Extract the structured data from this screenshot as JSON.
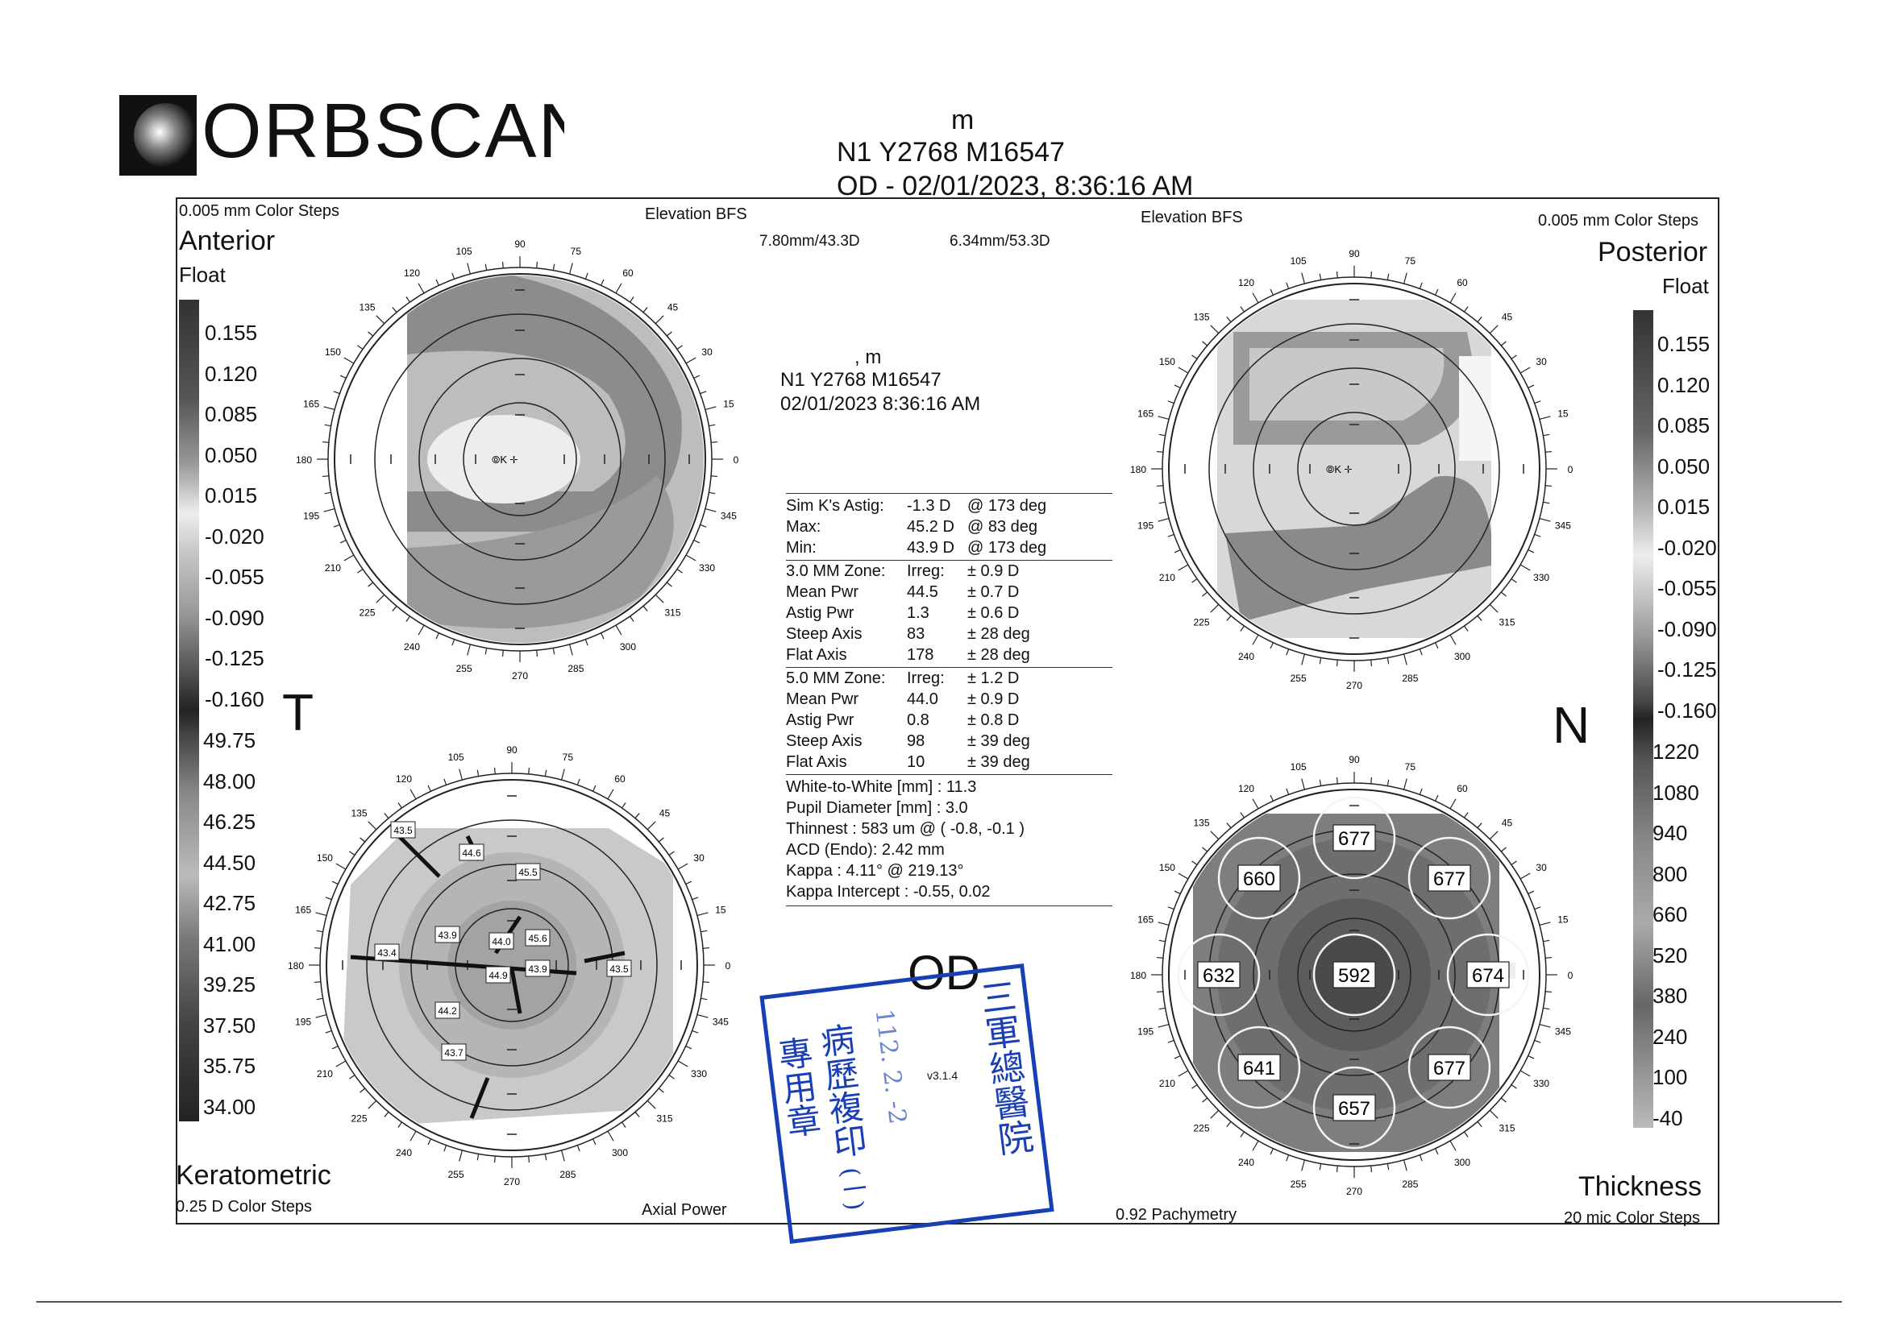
{
  "header": {
    "brand": "ORBSCAN",
    "line1": "m",
    "line2": "N1 Y2768 M16547",
    "line3": "OD - 02/01/2023, 8:36:16 AM"
  },
  "anterior": {
    "steps": "0.005 mm Color Steps",
    "title": "Anterior",
    "subtitle": "Float",
    "map_label": "Elevation BFS",
    "bfs1": "7.80mm/43.3D",
    "bfs2": "6.34mm/53.3D"
  },
  "posterior": {
    "steps": "0.005 mm Color Steps",
    "title": "Posterior",
    "subtitle": "Float",
    "map_label": "Elevation BFS"
  },
  "keratometric": {
    "title": "Keratometric",
    "steps": "0.25 D Color Steps",
    "map_label": "Axial Power",
    "values": [
      "43.5",
      "44.6",
      "45.5",
      "43.9",
      "44.0",
      "45.6",
      "43.4",
      "43.5",
      "44.9",
      "43.9",
      "44.2",
      "43.7"
    ]
  },
  "thickness": {
    "title": "Thickness",
    "steps": "20 mic Color Steps",
    "map_label": "0.92 Pachymetry",
    "values": [
      "677",
      "660",
      "677",
      "632",
      "592",
      "674",
      "641",
      "677",
      "657"
    ]
  },
  "orientation": {
    "temporal": "T",
    "nasal": "N",
    "eye": "OD"
  },
  "float_scale": [
    "0.155",
    "0.120",
    "0.085",
    "0.050",
    "0.015",
    "-0.020",
    "-0.055",
    "-0.090",
    "-0.125",
    "-0.160"
  ],
  "power_scale": [
    "49.75",
    "48.00",
    "46.25",
    "44.50",
    "42.75",
    "41.00",
    "39.25",
    "37.50",
    "35.75",
    "34.00"
  ],
  "thickness_scale": [
    "1220",
    "1080",
    "940",
    "800",
    "660",
    "520",
    "380",
    "240",
    "100",
    "-40"
  ],
  "patient_block": {
    "line1": ", m",
    "line2": "N1 Y2768 M16547",
    "line3": "02/01/2023 8:36:16 AM"
  },
  "sim_k": [
    [
      "Sim K's Astig:",
      "-1.3 D",
      "@ 173 deg"
    ],
    [
      "Max:",
      "45.2 D",
      "@ 83 deg"
    ],
    [
      "Min:",
      "43.9 D",
      "@ 173 deg"
    ]
  ],
  "zone3": [
    [
      "3.0 MM Zone:",
      "Irreg:",
      "± 0.9 D"
    ],
    [
      "Mean Pwr",
      "44.5",
      "± 0.7 D"
    ],
    [
      "Astig Pwr",
      "1.3",
      "± 0.6 D"
    ],
    [
      "Steep Axis",
      "83",
      "± 28 deg"
    ],
    [
      "Flat Axis",
      "178",
      "± 28 deg"
    ]
  ],
  "zone5": [
    [
      "5.0 MM Zone:",
      "Irreg:",
      "± 1.2 D"
    ],
    [
      "Mean Pwr",
      "44.0",
      "± 0.9 D"
    ],
    [
      "Astig Pwr",
      "0.8",
      "± 0.8 D"
    ],
    [
      "Steep Axis",
      "98",
      "± 39 deg"
    ],
    [
      "Flat Axis",
      "10",
      "± 39 deg"
    ]
  ],
  "extra": [
    "White-to-White [mm] : 11.3",
    "Pupil Diameter [mm] :  3.0",
    "Thinnest : 583 um @ ( -0.8, -0.1 )",
    "ACD (Endo): 2.42 mm",
    "Kappa : 4.11° @ 219.13°",
    "Kappa Intercept : -0.55, 0.02"
  ],
  "version": "v3.1.4",
  "stamp": {
    "col1": "三軍總醫院",
    "col2": "病歷複印",
    "col3": "專用章",
    "mark": "(一)",
    "date": "112. 2. -2"
  },
  "angles": [
    "105",
    "90",
    "75",
    "120",
    "60",
    "135",
    "45",
    "150",
    "30",
    "165",
    "15",
    "180",
    "0",
    "195",
    "345",
    "210",
    "330",
    "225",
    "315",
    "240",
    "300",
    "255",
    "270",
    "285"
  ],
  "colors": {
    "stamp": "#1a3fb5",
    "ink": "#111111"
  }
}
